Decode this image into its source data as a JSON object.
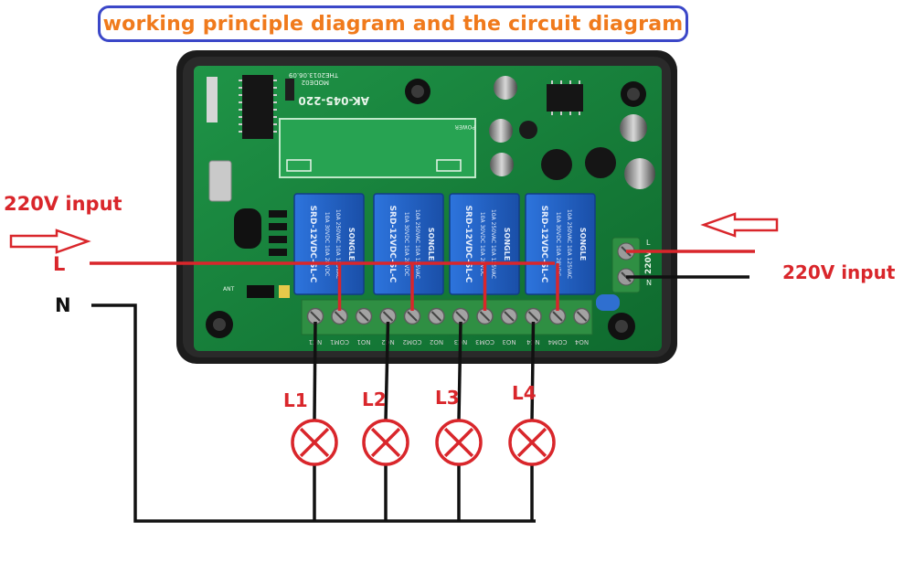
{
  "title": "working principle diagram and the circuit diagram",
  "labels": {
    "input_left": "220V input",
    "input_right": "220V input",
    "live": "L",
    "neutral": "N"
  },
  "board": {
    "model": "AK-045-220",
    "pcb_code": "MODE02",
    "pcb_date": "THE2013.06.09",
    "power_label": "POWER",
    "ant_label": "ANT",
    "terminal_L": "L",
    "terminal_N": "N",
    "terminal_voltage": "220V",
    "terminal_labels": [
      "NC1",
      "COM1",
      "NO1",
      "NC2",
      "COM2",
      "NO2",
      "NC3",
      "COM3",
      "NO3",
      "NC4",
      "COM4",
      "NO4"
    ],
    "relays": [
      {
        "brand": "SONGLE",
        "spec1": "10A 250VAC 10A 125VAC",
        "spec2": "10A 30VDC 10A 28VDC",
        "model": "SRD-12VDC-SL-C"
      },
      {
        "brand": "SONGLE",
        "spec1": "10A 250VAC 10A 125VAC",
        "spec2": "10A 30VDC 10A 28VDC",
        "model": "SRD-12VDC-SL-C"
      },
      {
        "brand": "SONGLE",
        "spec1": "10A 250VAC 10A 125VAC",
        "spec2": "10A 30VDC 10A 28VDC",
        "model": "SRD-12VDC-SL-C"
      },
      {
        "brand": "SONGLE",
        "spec1": "10A 250VAC 10A 125VAC",
        "spec2": "10A 30VDC 10A 28VDC",
        "model": "SRD-12VDC-SL-C"
      }
    ]
  },
  "lamps": [
    "L1",
    "L2",
    "L3",
    "L4"
  ],
  "colors": {
    "wire_live": "#d9262b",
    "wire_neutral": "#111111",
    "title_text": "#f07a1c",
    "title_border": "#3b47c8",
    "pcb": "#17803a",
    "case": "#1c1c1c",
    "relay": "#1f5fc4",
    "terminal": "#2f8f43"
  }
}
